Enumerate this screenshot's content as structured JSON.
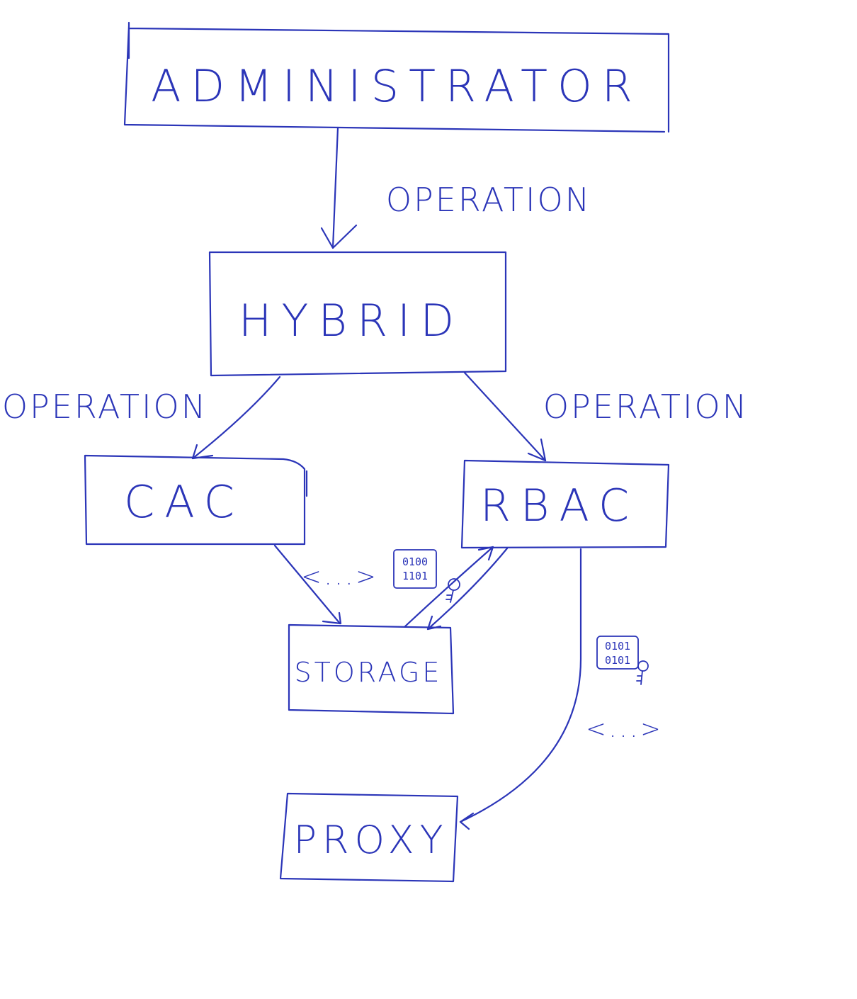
{
  "nodes": {
    "administrator": "ADMINISTRATOR",
    "hybrid": "HYBRID",
    "cac": "CAC",
    "rbac": "RBAC",
    "storage": "STORAGE",
    "proxy": "PROXY"
  },
  "edges": {
    "admin_to_hybrid": "OPERATION",
    "hybrid_to_cac": "OPERATION",
    "hybrid_to_rbac": "OPERATION",
    "cac_to_storage": "<...>",
    "rbac_to_proxy": "<...>"
  },
  "data_tokens": {
    "near_storage": [
      "0100",
      "1101"
    ],
    "near_proxy": [
      "0101",
      "0101"
    ]
  },
  "colors": {
    "ink": "#2b35b8",
    "background": "#ffffff"
  },
  "icons": [
    "binary-data-icon",
    "key-icon"
  ]
}
